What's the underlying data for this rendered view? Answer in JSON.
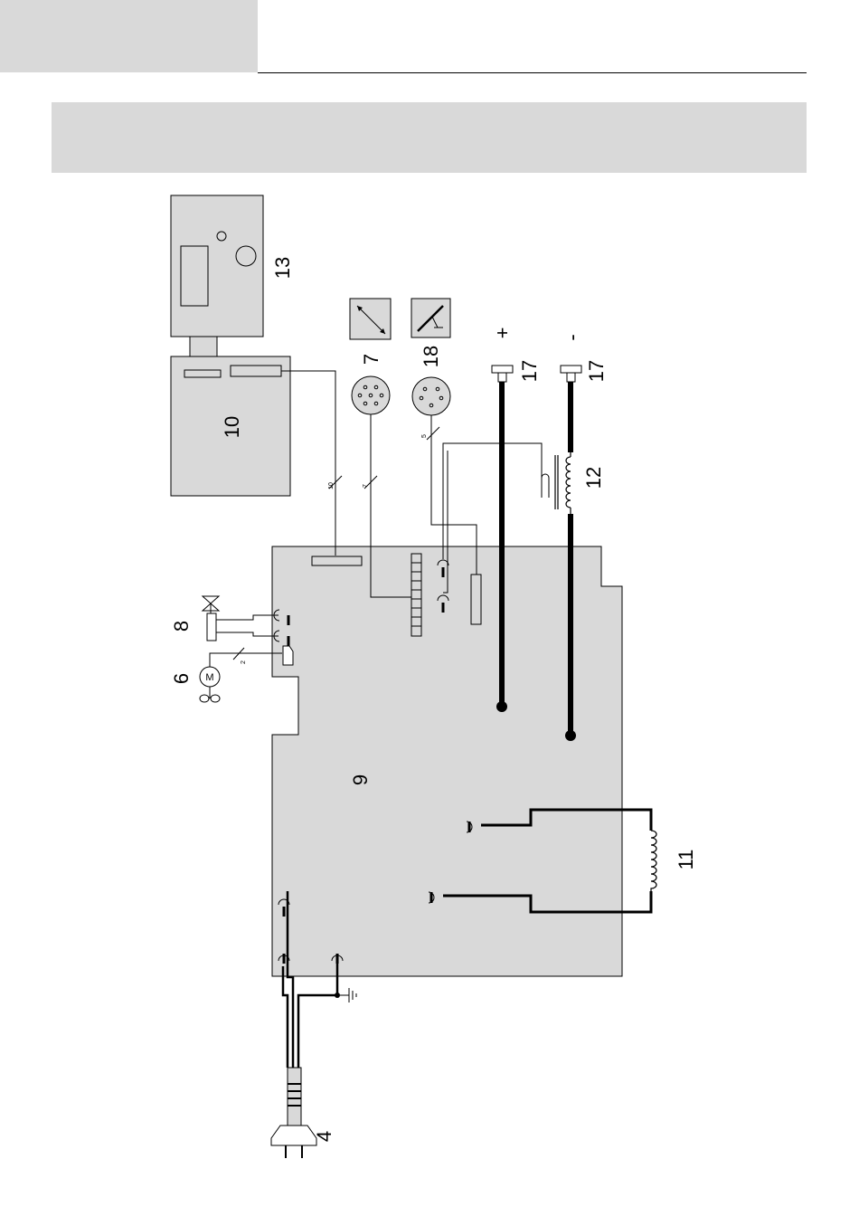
{
  "header": {
    "tab_text": "",
    "title_text": ""
  },
  "diagram": {
    "labels": {
      "plug": "4",
      "fan_motor": "6",
      "motor_symbol": "M",
      "remote_socket": "7",
      "gas_valve": "8",
      "main_board": "9",
      "display_board": "10",
      "transformer": "11",
      "inductor": "12",
      "front_panel": "13",
      "terminal_plus_num": "17",
      "terminal_minus_num": "17",
      "plus_sign": "+",
      "minus_sign": "-",
      "torch_socket": "18"
    },
    "wire_counts": {
      "display_cable": "10",
      "remote_cable": "7",
      "torch_cable": "5",
      "fan_cable": "2"
    }
  }
}
